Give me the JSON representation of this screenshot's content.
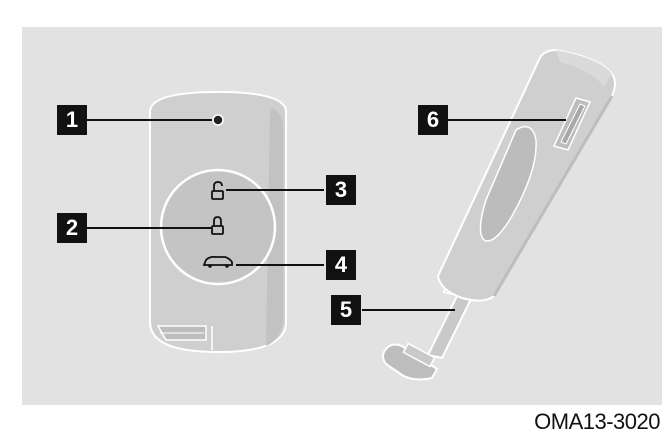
{
  "callouts": {
    "c1": "1",
    "c2": "2",
    "c3": "3",
    "c4": "4",
    "c5": "5",
    "c6": "6"
  },
  "figure_code": "OMA13-3020",
  "colors": {
    "panel": "#e2e2e2",
    "fob_body": "#cfcfcf",
    "button_pad": "#c4c4c4",
    "callout_box": "#111111",
    "outline": "#ffffff"
  }
}
